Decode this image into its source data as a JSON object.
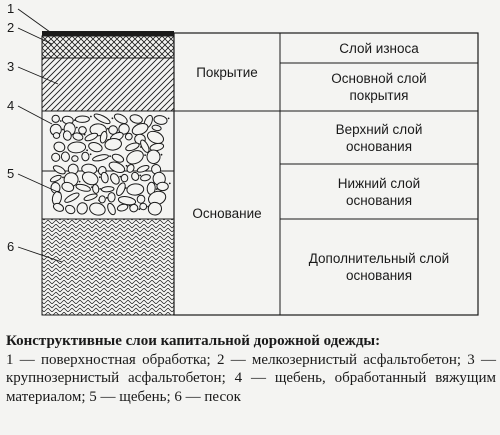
{
  "layer_numbers": [
    "1",
    "2",
    "3",
    "4",
    "5",
    "6"
  ],
  "group_labels": {
    "coating": "Покрытие",
    "base": "Основание"
  },
  "right_cells": [
    "Слой износа",
    "Основной слой\nпокрытия",
    "Верхний слой\nоснования",
    "Нижний слой\nоснования",
    "Дополнительный слой\nоснования"
  ],
  "caption": {
    "title": "Конструктивные слои капитальной дорожной одежды:",
    "body": "1 — поверхностная обработка; 2 — мелкозернистый асфальтобетон; 3 — крупнозернистый асфальтобетон; 4 — щебень, обработанный вяжущим материалом; 5 — щебень; 6 — песок"
  },
  "colors": {
    "line": "#1a1a1a",
    "background": "#f4f4f2"
  }
}
